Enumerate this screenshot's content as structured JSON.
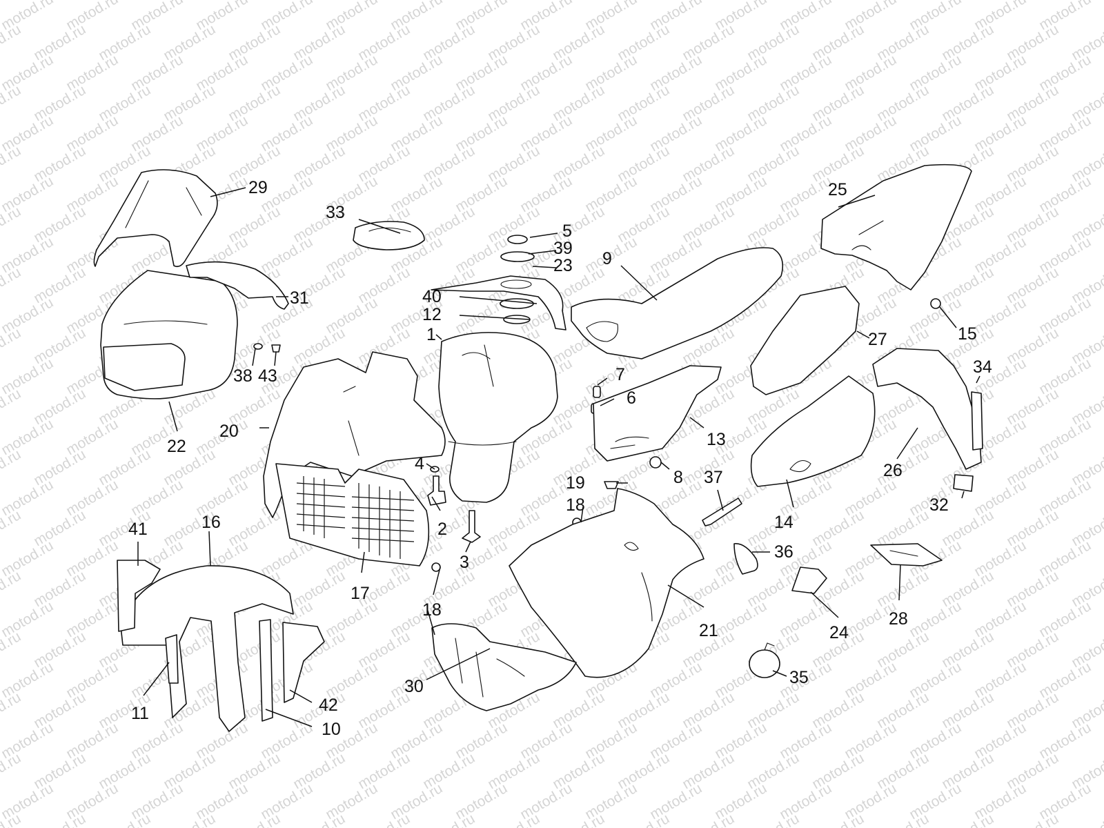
{
  "watermark": {
    "text": "motod.ru"
  },
  "labels": {
    "p1": "1",
    "p2": "2",
    "p3": "3",
    "p4": "4",
    "p5": "5",
    "p6": "6",
    "p7": "7",
    "p8": "8",
    "p9": "9",
    "p10": "10",
    "p11": "11",
    "p12": "12",
    "p13": "13",
    "p14": "14",
    "p15": "15",
    "p16": "16",
    "p17": "17",
    "p18a": "18",
    "p18b": "18",
    "p19": "19",
    "p20": "20",
    "p21": "21",
    "p22": "22",
    "p23": "23",
    "p24": "24",
    "p25": "25",
    "p26": "26",
    "p27": "27",
    "p28": "28",
    "p29": "29",
    "p30": "30",
    "p31": "31",
    "p32": "32",
    "p33": "33",
    "p34": "34",
    "p35": "35",
    "p36": "36",
    "p37": "37",
    "p38": "38",
    "p39": "39",
    "p40": "40",
    "p41": "41",
    "p42": "42",
    "p43": "43"
  },
  "colors": {
    "line": "#111111",
    "watermark": "#c8c8c8",
    "background": "#ffffff"
  }
}
